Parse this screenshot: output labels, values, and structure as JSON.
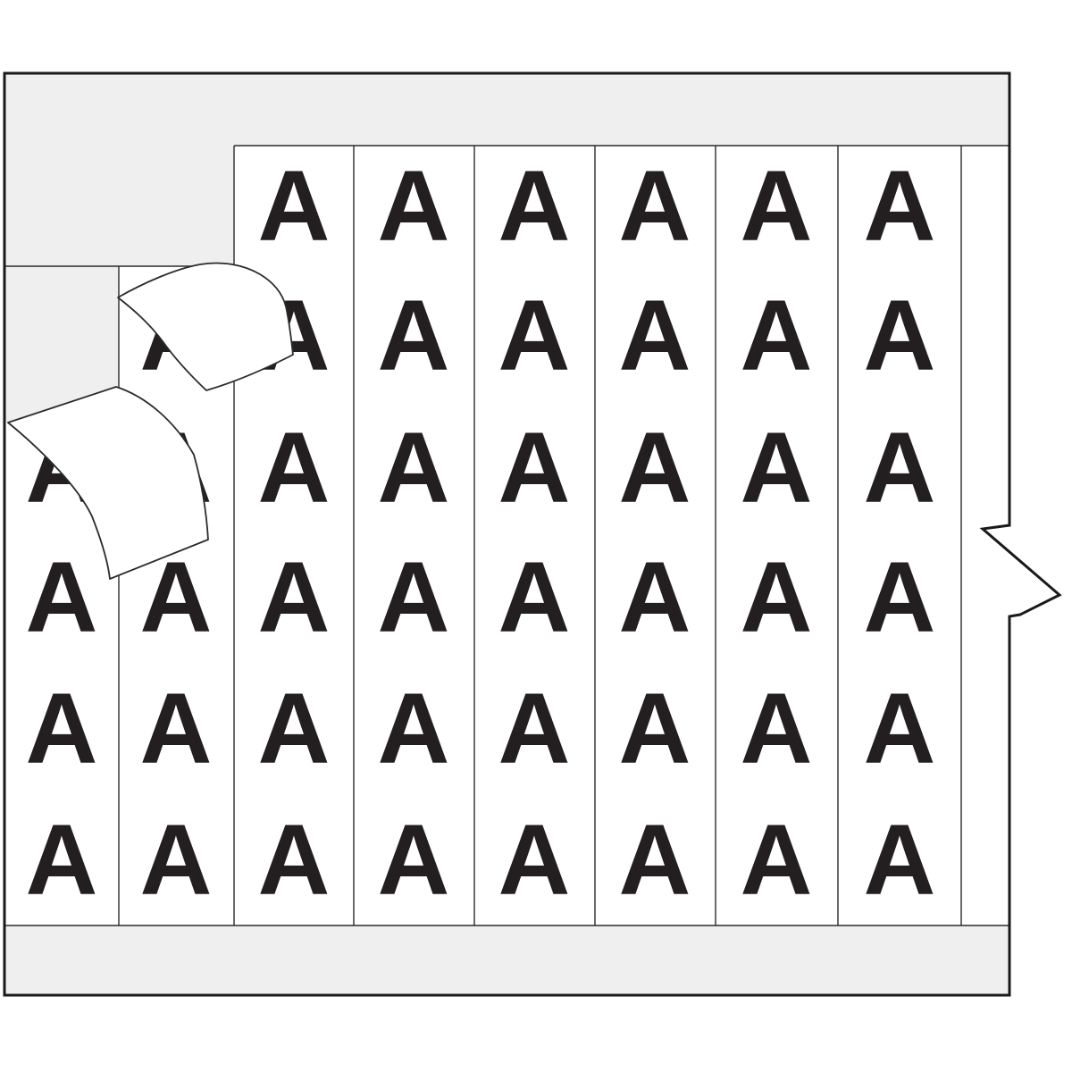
{
  "card": {
    "letter": "A",
    "grid": {
      "columns": 8,
      "rows": 6,
      "blank_right_column": true
    },
    "peeled_positions": [
      {
        "col": 1,
        "row": 1
      },
      {
        "col": 1,
        "row": 2
      },
      {
        "col": 2,
        "row": 1
      }
    ],
    "lifted_labels": 2,
    "visible_letter_count": 45,
    "colors": {
      "page_background": "#ffffff",
      "card_fill": "#ffffff",
      "liner_gray": "#efefef",
      "letter_ink": "#231f20",
      "divider_line": "#2b2b2b",
      "border": "#1a1a1a"
    }
  }
}
